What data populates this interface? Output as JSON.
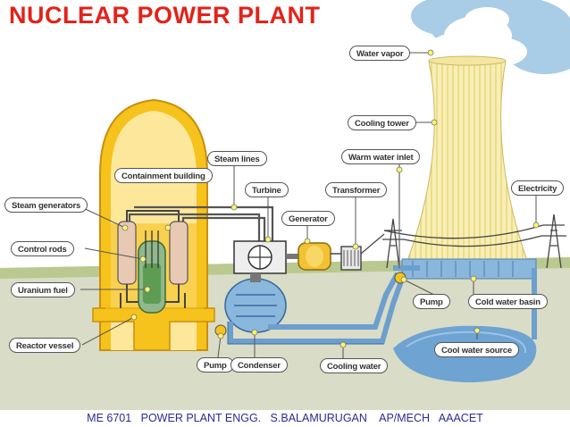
{
  "title": "NUCLEAR POWER PLANT",
  "footer": "ME 6701   POWER PLANT ENGG.   S.BALAMURUGAN    AP/MECH   AAACET",
  "labels": {
    "water_vapor": "Water vapor",
    "cooling_tower": "Cooling tower",
    "warm_water_inlet": "Warm water inlet",
    "steam_lines": "Steam lines",
    "containment_building": "Containment building",
    "turbine": "Turbine",
    "transformer": "Transformer",
    "electricity": "Electricity",
    "steam_generators": "Steam generators",
    "generator": "Generator",
    "control_rods": "Control rods",
    "uranium_fuel": "Uranium fuel",
    "pump_right": "Pump",
    "cold_water_basin": "Cold water basin",
    "reactor_vessel": "Reactor vessel",
    "cool_water_source": "Cool water source",
    "pump_bottom": "Pump",
    "condenser": "Condenser",
    "cooling_water": "Cooling water"
  },
  "colors": {
    "title": "#e2231a",
    "containment": "#f6c21c",
    "tower": "#f8efb4",
    "water": "#8ab7dc",
    "ground": "#d9dcc6",
    "sky": "#9fc6e2"
  }
}
